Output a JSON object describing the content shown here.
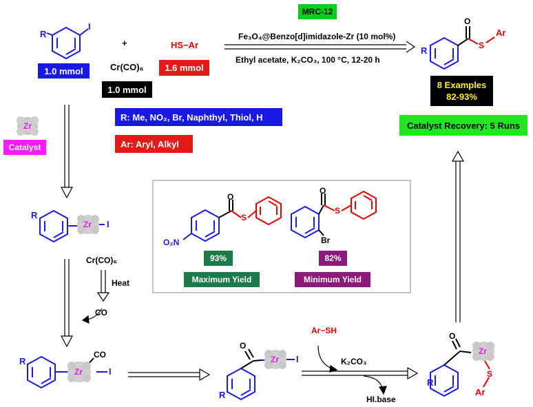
{
  "labels": {
    "mrc": "MRC-12",
    "catalyst_cond": "Fe₃O₄@Benzo[d]imidazole-Zr (10 mol%)",
    "solvent_cond": "Ethyl acetate, K₂CO₃, 100 °C, 12-20 h",
    "aryl_iodide_amount": "1.0 mmol",
    "cr_co6_amount": "1.0 mmol",
    "thiol_amount": "1.6 mmol",
    "plus": "+",
    "cr_co6": "Cr(CO)₆",
    "hs_ar": "HS−Ar",
    "r_scope": "R: Me, NO₂,  Br, Naphthyl, Thiol, H",
    "ar_scope": "Ar: Aryl, Alkyl",
    "catalyst_label": "Catalyst",
    "examples_line1": "8 Examples",
    "examples_line2": "82-93%",
    "recovery": "Catalyst Recovery: 5 Runs",
    "max_yield_pct": "93%",
    "max_yield_label": "Maximum Yield",
    "min_yield_pct": "82%",
    "min_yield_label": "Minimum Yield",
    "cr_co6_step": "Cr(CO)₆",
    "heat": "Heat",
    "co_out": "CO",
    "ar_sh": "Ar−SH",
    "k2co3": "K₂CO₃",
    "hi_base": "HI.base"
  },
  "atoms": {
    "R": "R",
    "I": "I",
    "Zr": "Zr",
    "S": "S",
    "Ar": "Ar",
    "O": "O",
    "Br": "Br",
    "O2N": "O₂N",
    "CO": "CO"
  },
  "colors": {
    "blue_box": "#1919e6",
    "red_box": "#e61919",
    "black_box": "#000000",
    "green_box": "#00d01c",
    "magenta_box": "#ff19ff",
    "dark_green_box": "#1c7a4a",
    "purple_box": "#8b1a7a",
    "structure_blue": "#1a1ae6",
    "structure_red": "#e60000",
    "zr_magenta": "#e619e6"
  }
}
